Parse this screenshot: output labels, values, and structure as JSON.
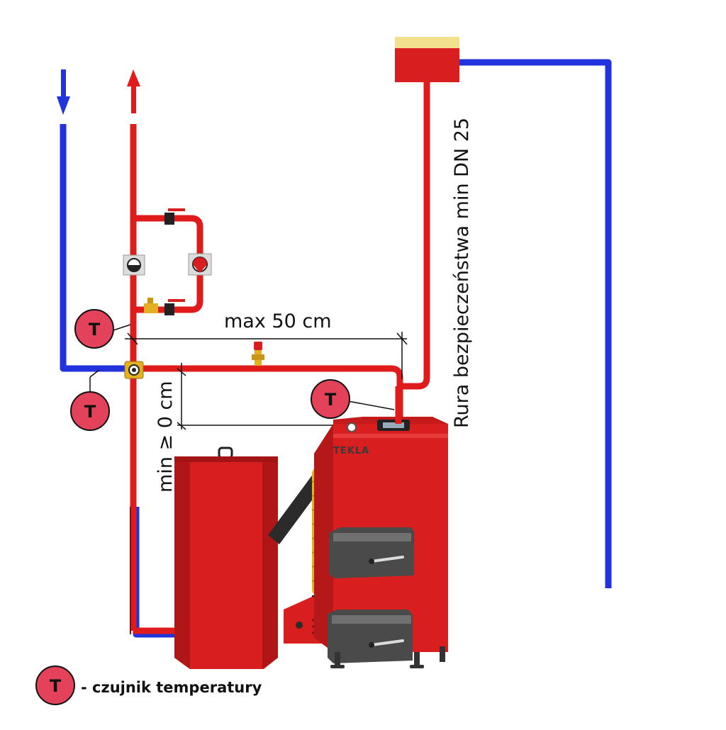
{
  "labels": {
    "max_distance": "max 50 cm",
    "min_height": "min ≥ 0 cm",
    "safety_pipe": "Rura bezpieczeństwa min DN 25",
    "legend": "- czujnik temperatury",
    "brand": "TEKLA"
  },
  "sensor": {
    "symbol": "T",
    "color": "#e3425a"
  },
  "colors": {
    "supply_pipe": "#e01b1b",
    "return_pipe": "#2233dd",
    "boiler_body": "#d81e1e",
    "boiler_door": "#4a4a4a",
    "expansion_tank_top": "#f3e08e"
  },
  "icons": [
    "arrow-down-icon",
    "arrow-up-icon",
    "valve-icon",
    "pump-icon",
    "thermometer-icon"
  ]
}
